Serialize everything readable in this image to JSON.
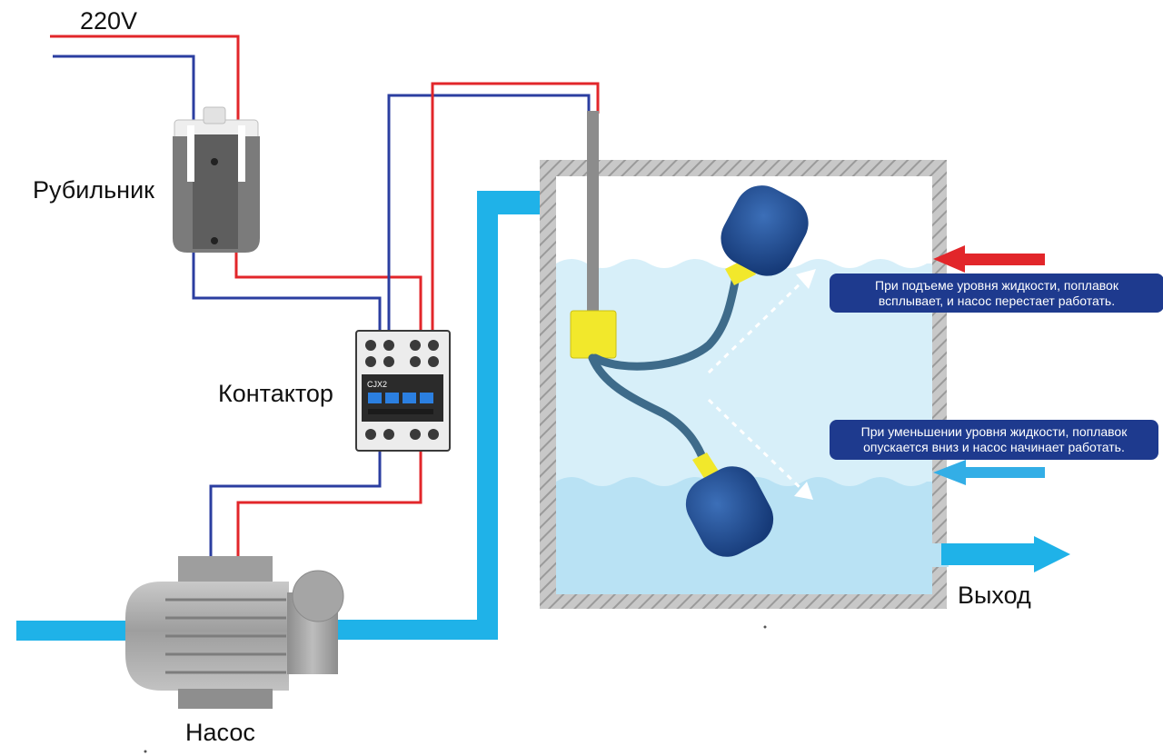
{
  "labels": {
    "voltage": "220V",
    "switch": "Рубильник",
    "contactor": "Контактор",
    "pump": "Насос",
    "outlet": "Выход",
    "contactor_model": "CJX2"
  },
  "notes": {
    "rise": [
      "При подъеме уровня жидкости, поплавок",
      "всплывает, и насос перестает работать."
    ],
    "fall": [
      "При уменьшении уровня жидкости, поплавок",
      "опускается вниз и насос начинает работать."
    ]
  },
  "colors": {
    "phase_wire": "#e2262a",
    "neutral_wire": "#2b3ea0",
    "pipe": "#1fb2e8",
    "water": "#bfe5f5",
    "tank_wall": "#b4b4b4",
    "float": "#1f4e96",
    "float_ring": "#f2e82b",
    "note_box": "#1e3a8e",
    "inflow_arrow_high": "#e2262a",
    "inflow_arrow_low": "#33aee6"
  }
}
